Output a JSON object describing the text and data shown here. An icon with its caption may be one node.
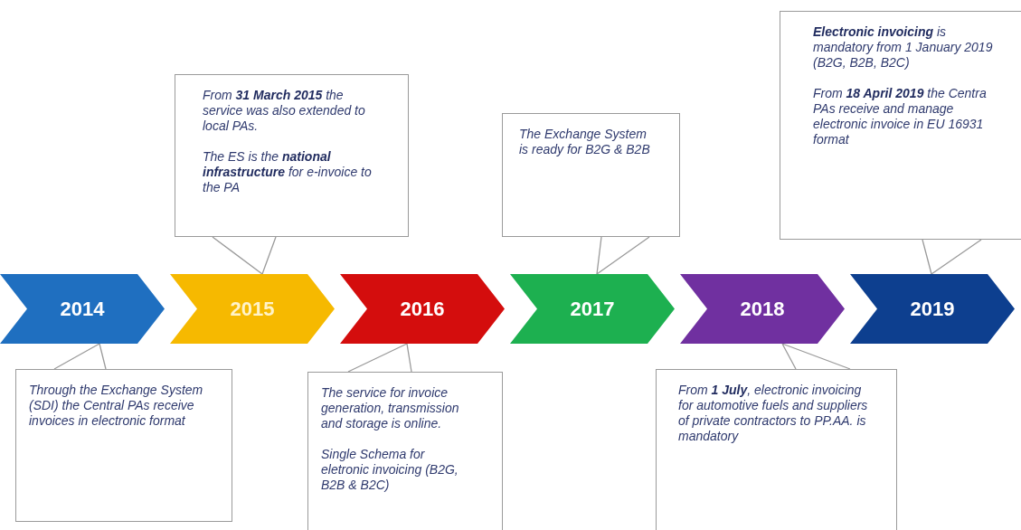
{
  "diagram": {
    "nodes": [
      {
        "text": [
          "From **31 March 2015** the service was also extended to local PAs.",
          "The ES is the **national infrastructure** for e-invoice to the PA"
        ]
      },
      {
        "text": [
          "The Exchange System is ready for B2G & B2B"
        ]
      },
      {
        "text": [
          "**Electronic invoicing** is mandatory from 1 January 2019 (B2G, B2B, B2C)",
          "From **18 April 2019** the Centra PAs receive and manage electronic invoice in EU 16931 format"
        ]
      },
      {
        "text": [
          "2014"
        ]
      },
      {
        "text": [
          "2015"
        ]
      },
      {
        "text": [
          "2016"
        ]
      },
      {
        "text": [
          "2017"
        ]
      },
      {
        "text": [
          "2018"
        ]
      },
      {
        "text": [
          "2019"
        ]
      },
      {
        "text": [
          "Through the Exchange System (SDI) the Central PAs receive invoices in electronic format"
        ]
      },
      {
        "text": [
          "The service for invoice generation, transmission and storage is online.",
          "Single Schema for eletronic invoicing (B2G, B2B & B2C)"
        ]
      },
      {
        "text": [
          "From **1 July**, electronic invoicing for automotive fuels and suppliers of private contractors to PP.AA. is mandatory"
        ]
      }
    ],
    "edges": [
      {
        "from": 0,
        "to": 4,
        "arrow": "none"
      },
      {
        "from": 1,
        "to": 6,
        "arrow": "none"
      },
      {
        "from": 2,
        "to": 8,
        "arrow": "none"
      },
      {
        "from": 9,
        "to": 3,
        "arrow": "none"
      },
      {
        "from": 10,
        "to": 5,
        "arrow": "none"
      },
      {
        "from": 11,
        "to": 7,
        "arrow": "none"
      }
    ]
  }
}
